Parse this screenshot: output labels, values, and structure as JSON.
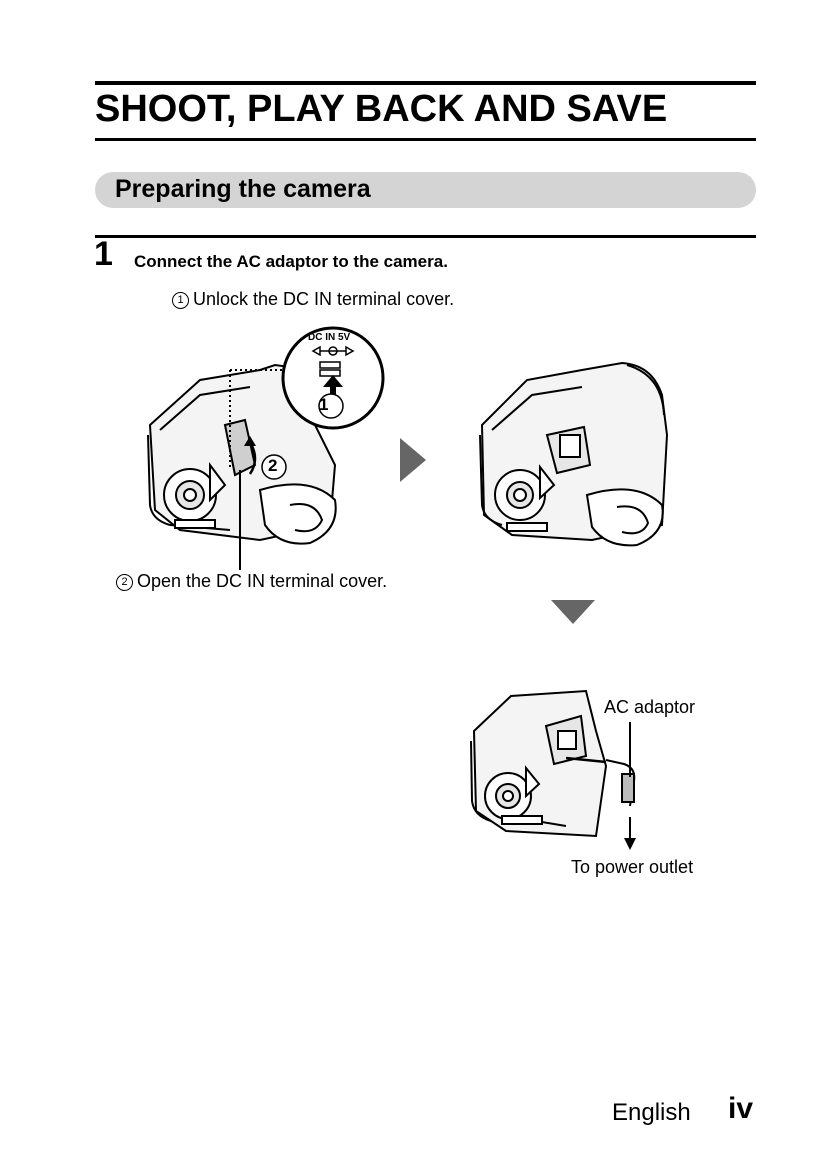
{
  "page": {
    "title": "SHOOT, PLAY BACK AND SAVE",
    "section_title": "Preparing the camera"
  },
  "step": {
    "number": "1",
    "instruction": "Connect the AC adaptor to the camera.",
    "substeps": [
      {
        "marker": "1",
        "text": "Unlock the DC IN terminal cover."
      },
      {
        "marker": "2",
        "text": "Open the DC IN terminal cover."
      }
    ]
  },
  "figure": {
    "terminal_label": "DC IN 5V",
    "callout_markers": [
      "1",
      "2"
    ],
    "ac_adaptor_label": "AC adaptor",
    "power_outlet_label": "To power outlet"
  },
  "footer": {
    "language": "English",
    "page_number": "iv"
  }
}
